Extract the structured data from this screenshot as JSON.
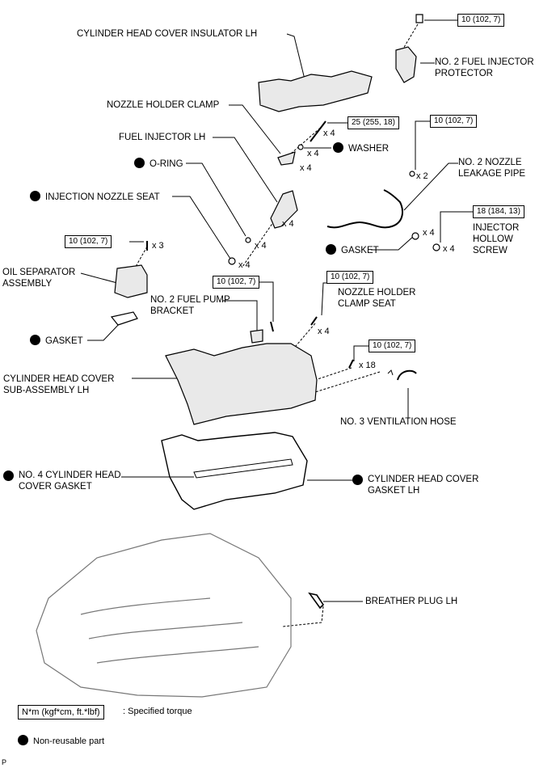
{
  "labels": {
    "insulator": "CYLINDER HEAD COVER INSULATOR LH",
    "fuel_injector_protector": "NO. 2 FUEL INJECTOR\nPROTECTOR",
    "nozzle_holder_clamp": "NOZZLE HOLDER CLAMP",
    "fuel_injector": "FUEL INJECTOR LH",
    "washer": "WASHER",
    "o_ring": "O-RING",
    "nozzle_leakage_pipe": "NO. 2 NOZZLE\nLEAKAGE PIPE",
    "injection_nozzle_seat": "INJECTION NOZZLE SEAT",
    "injector_hollow_screw": "INJECTOR\nHOLLOW\nSCREW",
    "gasket_upper": "GASKET",
    "oil_separator": "OIL SEPARATOR\nASSEMBLY",
    "fuel_pump_bracket": "NO. 2 FUEL PUMP\nBRACKET",
    "nozzle_holder_clamp_seat": "NOZZLE HOLDER\nCLAMP SEAT",
    "gasket_lower": "GASKET",
    "cover_sub_assembly": "CYLINDER HEAD COVER\nSUB-ASSEMBLY LH",
    "ventilation_hose": "NO. 3 VENTILATION HOSE",
    "no4_cover_gasket": "NO. 4 CYLINDER HEAD\nCOVER GASKET",
    "cover_gasket": "CYLINDER HEAD COVER\nGASKET LH",
    "breather_plug": "BREATHER PLUG LH"
  },
  "torques": {
    "protector_bolt": "10 (102, 7)",
    "clamp_bolt": "25 (255, 18)",
    "leakage_pipe_bolt": "10 (102, 7)",
    "hollow_screw": "18 (184, 13)",
    "oil_separator_bolt": "10 (102, 7)",
    "pump_bracket_bolt": "10 (102, 7)",
    "clamp_seat": "10 (102, 7)",
    "cover_bolt": "10 (102, 7)"
  },
  "quantities": {
    "clamp_bolt": "x 4",
    "washer": "x 4",
    "clamp": "x 4",
    "leakage_pipe_bolt": "x 2",
    "injector": "x 4",
    "o_ring": "x 4",
    "nozzle_seat": "x 4",
    "hollow_screw": "x 4",
    "gasket": "x 4",
    "oil_separator_bolt": "x 3",
    "clamp_seat": "x 4",
    "cover_bolt": "x 18"
  },
  "legend": {
    "torque_box": "N*m (kgf*cm, ft.*lbf)",
    "torque_text": ": Specified torque",
    "non_reusable": "Non-reusable part"
  },
  "corner_mark": "P"
}
